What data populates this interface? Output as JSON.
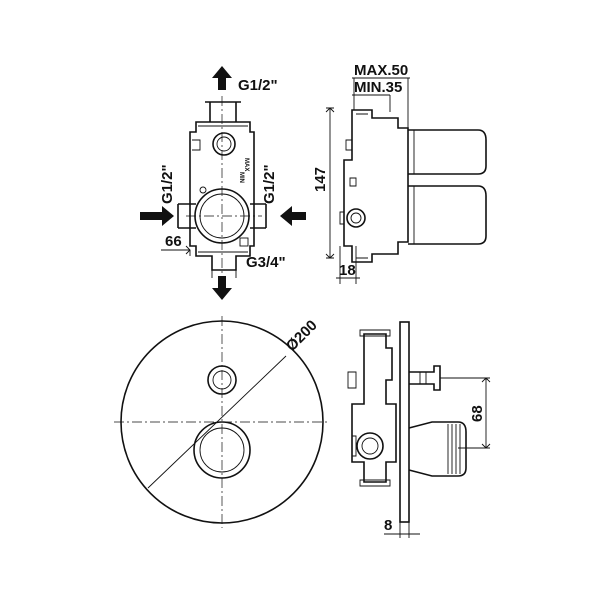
{
  "top_view": {
    "inlet_top": "G1/2\"",
    "inlet_left": "G1/2\"",
    "inlet_right": "G1/2\"",
    "outlet_bottom": "G3/4\"",
    "width_dim": "66",
    "max_mark": "MAX",
    "min_mark": "MIN"
  },
  "side_view": {
    "max_depth": "MAX.50",
    "min_depth": "MIN.35",
    "height_dim": "147",
    "base_dim": "18"
  },
  "front_view": {
    "diameter": "Ø200"
  },
  "section_view": {
    "spacing_dim": "68",
    "plate_dim": "8"
  }
}
